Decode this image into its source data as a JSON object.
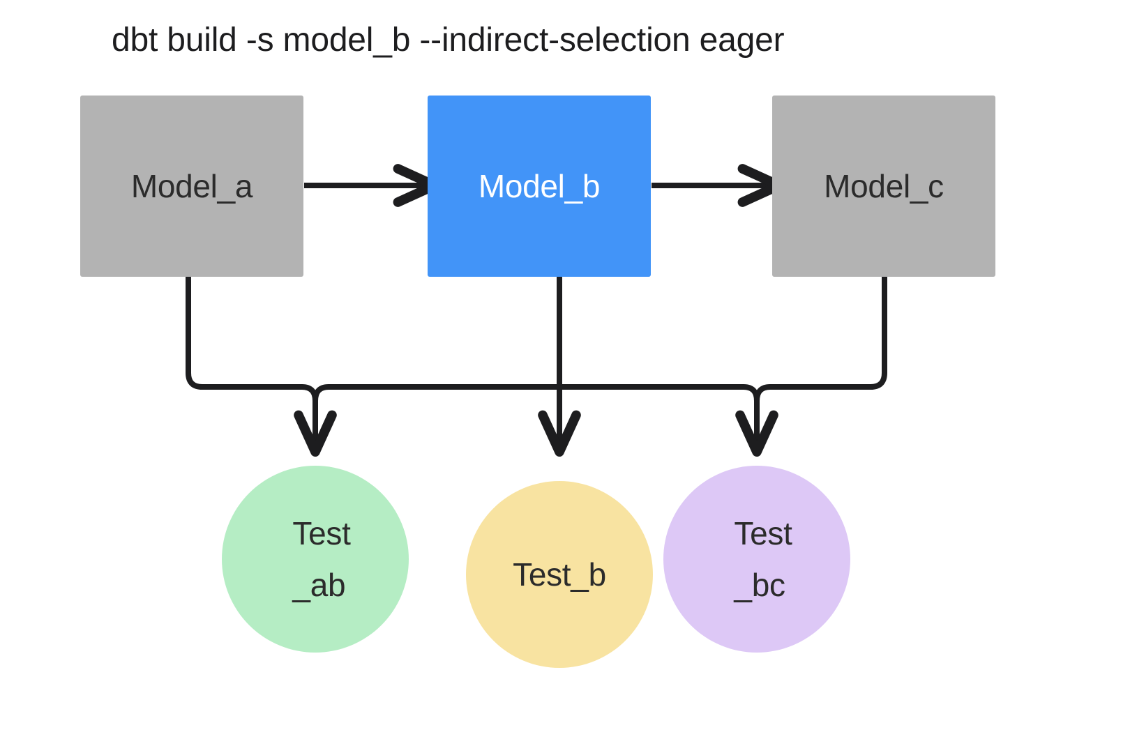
{
  "title": "dbt build -s model_b --indirect-selection eager",
  "colors": {
    "background": "#ffffff",
    "model_default": "#b3b3b3",
    "model_selected": "#4294f8",
    "test_ab": "#b5edc4",
    "test_b": "#f8e3a1",
    "test_bc": "#ddc8f6",
    "edge": "#1d1d1f",
    "text_dark": "#2b2b2b",
    "text_light": "#ffffff"
  },
  "nodes": {
    "models": [
      {
        "id": "model_a",
        "label": "Model_a",
        "shape": "rectangle",
        "selected": false
      },
      {
        "id": "model_b",
        "label": "Model_b",
        "shape": "rectangle",
        "selected": true
      },
      {
        "id": "model_c",
        "label": "Model_c",
        "shape": "rectangle",
        "selected": false
      }
    ],
    "tests": [
      {
        "id": "test_ab",
        "label": "Test\n_ab",
        "shape": "circle"
      },
      {
        "id": "test_b",
        "label": "Test_b",
        "shape": "circle"
      },
      {
        "id": "test_bc",
        "label": "Test\n_bc",
        "shape": "circle"
      }
    ]
  },
  "edges": [
    {
      "from": "model_a",
      "to": "model_b",
      "style": "arrow-right"
    },
    {
      "from": "model_b",
      "to": "model_c",
      "style": "arrow-right"
    },
    {
      "from": "model_a",
      "to": "test_ab",
      "style": "elbow-down"
    },
    {
      "from": "model_b",
      "to": "test_ab",
      "style": "elbow-down"
    },
    {
      "from": "model_b",
      "to": "test_b",
      "style": "straight-down"
    },
    {
      "from": "model_b",
      "to": "test_bc",
      "style": "elbow-down"
    },
    {
      "from": "model_c",
      "to": "test_bc",
      "style": "elbow-down"
    }
  ]
}
